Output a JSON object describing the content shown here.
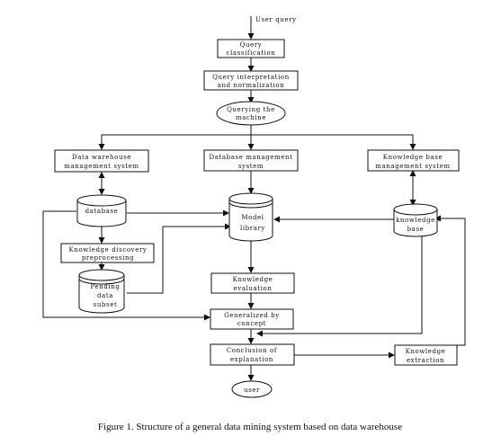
{
  "diagram": {
    "nodes": {
      "user_query": "User query",
      "query_classification": [
        "Query",
        "classification"
      ],
      "query_interpretation": [
        "Query interpretation",
        "and normalization"
      ],
      "querying_machine": [
        "Querying the",
        "machine"
      ],
      "dw_management": [
        "Data warehouse",
        "management system"
      ],
      "db_management": [
        "Database management",
        "system"
      ],
      "kb_management": [
        "Knowledge base",
        "management system"
      ],
      "database": "database",
      "model_library": [
        "Model",
        "library"
      ],
      "knowledge_base": [
        "knowledge",
        "base"
      ],
      "knowledge_discovery": [
        "Knowledge discovery",
        "preprocessing"
      ],
      "pending_data": [
        "Pending",
        "data",
        "subset"
      ],
      "knowledge_evaluation": [
        "Knowledge",
        "evaluation"
      ],
      "generalized_concept": [
        "Generalized by",
        "concept"
      ],
      "conclusion_explanation": [
        "Conclusion of",
        "explanation"
      ],
      "knowledge_extraction": [
        "Knowledge",
        "extraction"
      ],
      "user": "user"
    },
    "caption": "Figure 1. Structure of a general data mining system based on data warehouse"
  }
}
